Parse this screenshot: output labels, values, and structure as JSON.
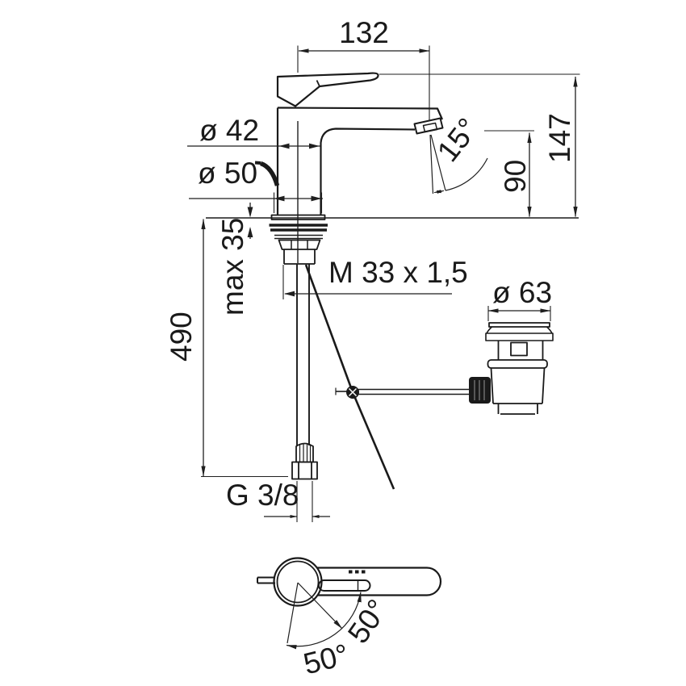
{
  "drawing": {
    "subject": "single-lever basin mixer tap with pop-up waste - dimensional drawing",
    "style": {
      "ink": "#1a1a1a",
      "background": "#ffffff"
    },
    "labels": {
      "spout_reach": "132",
      "overall_height": "147",
      "outlet_height": "90",
      "outlet_angle": "15°",
      "body_diameter": "ø 42",
      "base_diameter": "ø 50",
      "max_deck_thickness": "max 35",
      "hose_length": "490",
      "mounting_thread": "M 33 x 1,5",
      "waste_flange_diameter": "ø 63",
      "inlet_thread": "G 3/8",
      "handle_swing_left": "50°",
      "handle_swing_right": "50°"
    }
  }
}
